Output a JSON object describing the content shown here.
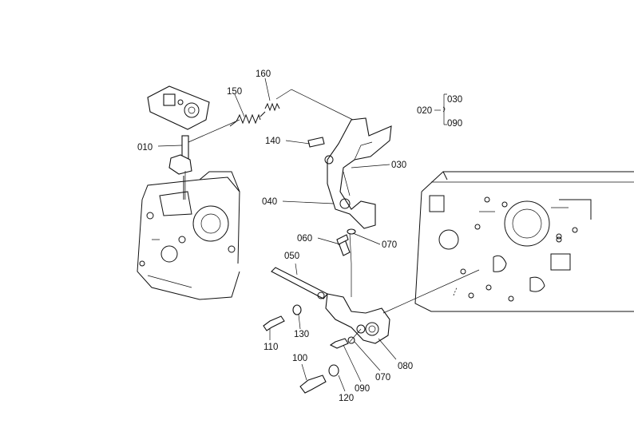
{
  "callouts": [
    {
      "id": "c010",
      "label": "010"
    },
    {
      "id": "c150",
      "label": "150"
    },
    {
      "id": "c160",
      "label": "160"
    },
    {
      "id": "c140",
      "label": "140"
    },
    {
      "id": "c030",
      "label": "030"
    },
    {
      "id": "c040",
      "label": "040"
    },
    {
      "id": "c060",
      "label": "060"
    },
    {
      "id": "c070a",
      "label": "070"
    },
    {
      "id": "c050",
      "label": "050"
    },
    {
      "id": "c130",
      "label": "130"
    },
    {
      "id": "c110",
      "label": "110"
    },
    {
      "id": "c100",
      "label": "100"
    },
    {
      "id": "c120",
      "label": "120"
    },
    {
      "id": "c090",
      "label": "090"
    },
    {
      "id": "c070b",
      "label": "070"
    },
    {
      "id": "c080",
      "label": "080"
    }
  ],
  "legend": {
    "main": "020",
    "top": "030",
    "bottom": "090"
  }
}
